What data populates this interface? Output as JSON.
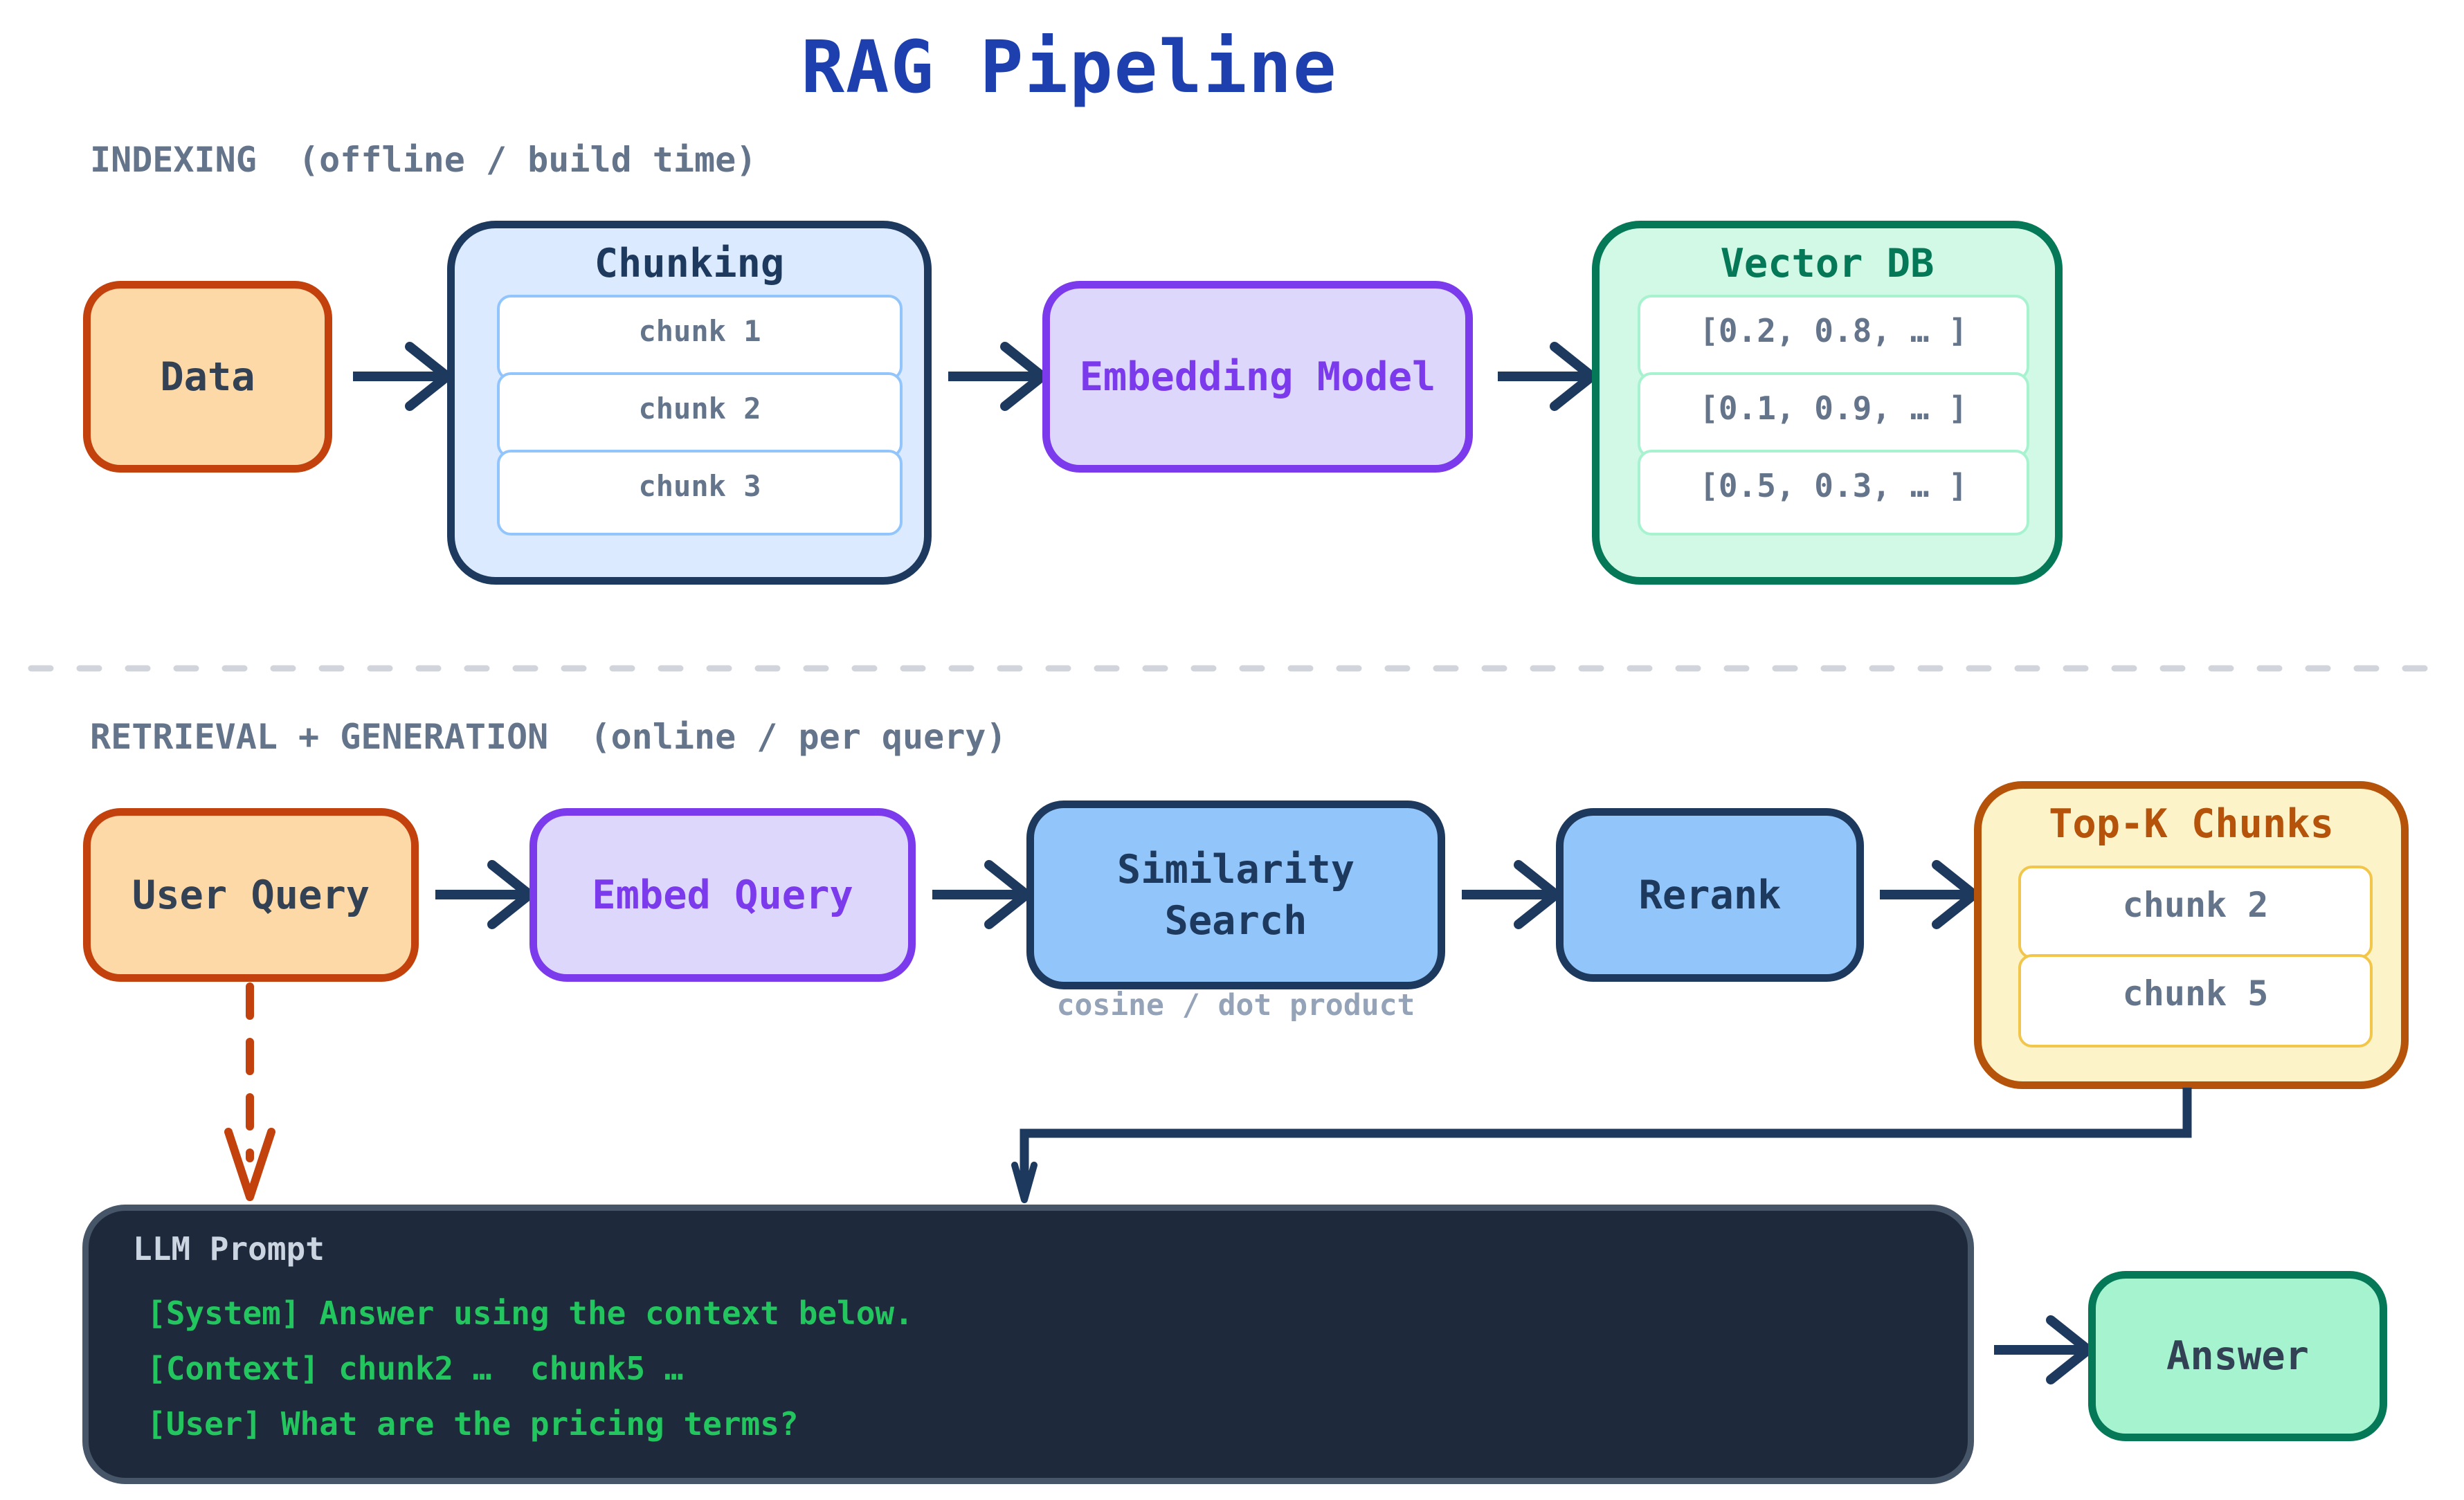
{
  "page": {
    "title": "RAG Pipeline"
  },
  "indexing_section": {
    "heading": "INDEXING  (offline / build time)",
    "data_node": "Data",
    "chunking": {
      "title": "Chunking",
      "rows": [
        "chunk 1",
        "chunk 2",
        "chunk 3"
      ]
    },
    "embedding_model_node": "Embedding Model",
    "vector_db": {
      "title": "Vector DB",
      "rows": [
        "[0.2, 0.8, … ]",
        "[0.1, 0.9, … ]",
        "[0.5, 0.3, … ]"
      ]
    }
  },
  "retrieval_section": {
    "heading": "RETRIEVAL + GENERATION  (online / per query)",
    "user_query_node": "User Query",
    "embed_query_node": "Embed Query",
    "similarity_search_node": "Similarity\nSearch",
    "similarity_caption": "cosine / dot product",
    "rerank_node": "Rerank",
    "topk": {
      "title": "Top-K Chunks",
      "rows": [
        "chunk 2",
        "chunk 5"
      ]
    }
  },
  "llm_prompt": {
    "title": "LLM Prompt",
    "lines": [
      "[System] Answer using the context below.",
      "[Context] chunk2 …  chunk5 …",
      "[User] What are the pricing terms?"
    ]
  },
  "answer_node": "Answer",
  "colors": {
    "title_blue": "#1e40af",
    "heading_slate": "#64748b",
    "navy": "#1d3a5e",
    "orange_border": "#c2410c",
    "orange_fill": "#fcd9a6",
    "violet_border": "#7c3aed",
    "violet_fill": "#ded7fc",
    "blue_fill": "#92c5fa",
    "chunking_fill": "#dbeafe",
    "chunk_row_border": "#93c5fd",
    "green_border": "#047857",
    "green_fill": "#d2f9e6",
    "vector_row_border": "#a7f3d0",
    "yellow_fill": "#fdf3c9",
    "yellow_border": "#b45309",
    "topk_row_border": "#f2c64b",
    "mint_fill": "#a5f3cf",
    "llm_bg": "#1e293b",
    "llm_border": "#475569",
    "llm_label": "#cbd5e1",
    "llm_green": "#22c55e",
    "muted_caption": "#94a3b8",
    "divider_gray": "#d1d5db",
    "dark_text": "#334155"
  }
}
